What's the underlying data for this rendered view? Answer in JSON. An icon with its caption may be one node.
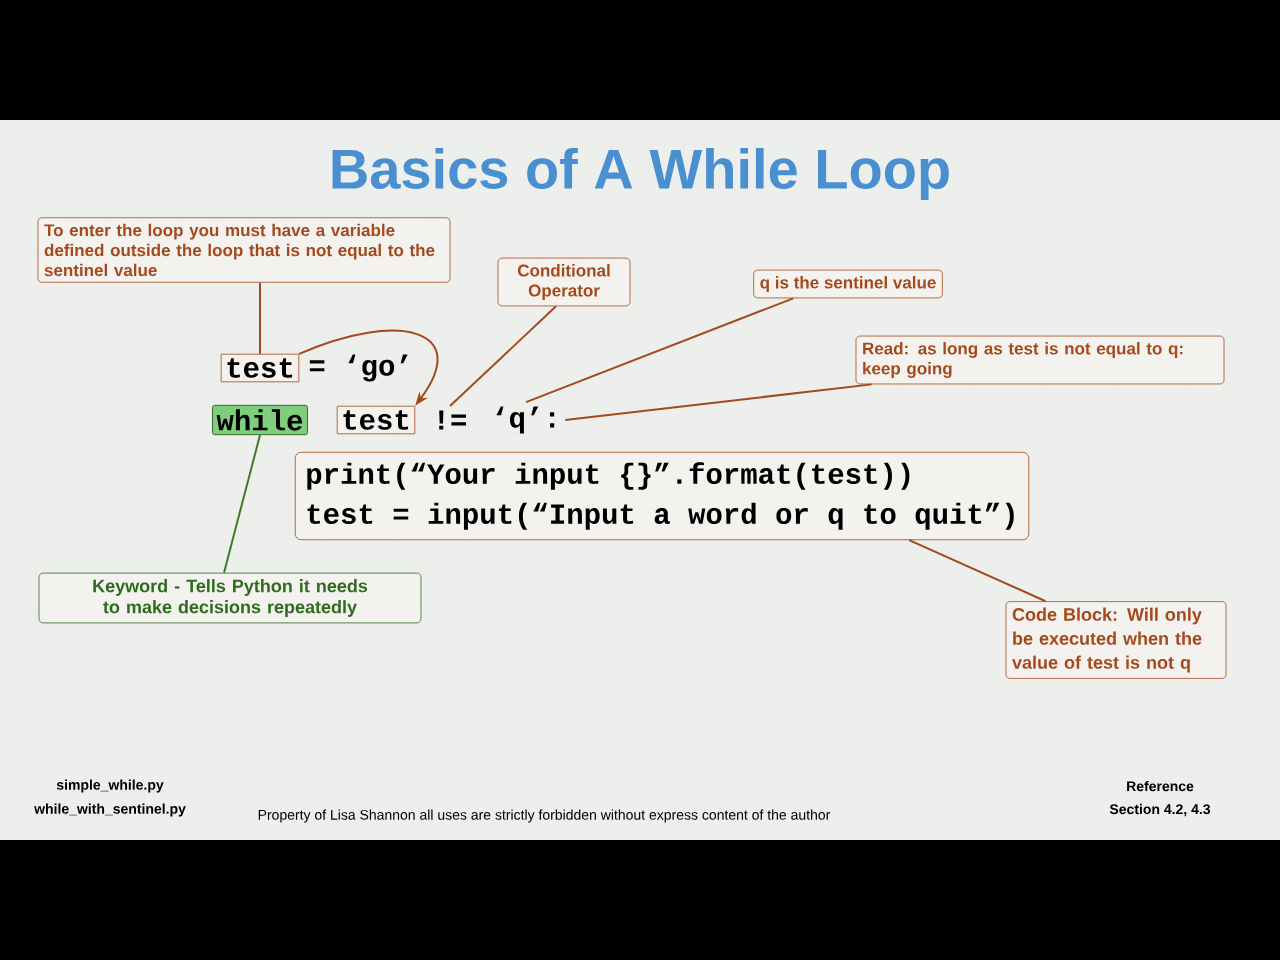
{
  "diagram": {
    "title": "Basics of A While Loop",
    "nodes": [
      {
        "text": [
          "To enter the loop you must have a variable defined outside the loop that is not equal to the sentinel value"
        ]
      },
      {
        "text": [
          "test"
        ]
      },
      {
        "text": [
          "while"
        ]
      },
      {
        "text": [
          "test"
        ]
      },
      {
        "text": [
          "!="
        ]
      },
      {
        "text": [
          "‘q’:"
        ]
      },
      {
        "text": [
          "print(“Your input {}”.format(test))",
          "test = input(“Input a word or q to quit”)"
        ]
      },
      {
        "text": [
          "Conditional Operator"
        ]
      },
      {
        "text": [
          "q is the sentinel value"
        ]
      },
      {
        "text": [
          "Read: as long as test is not equal to q: keep going"
        ]
      },
      {
        "text": [
          "Keyword - Tells Python it needs to make decisions repeatedly"
        ]
      },
      {
        "text": [
          "Code Block: Will only be executed when the value of test is not q"
        ]
      }
    ],
    "edges": [
      {
        "from": 0,
        "to": 1,
        "arrow": "none"
      },
      {
        "from": 1,
        "to": 3,
        "arrow": "to"
      },
      {
        "from": 7,
        "to": 4,
        "arrow": "none"
      },
      {
        "from": 8,
        "to": 5,
        "arrow": "none"
      },
      {
        "from": 9,
        "to": 5,
        "arrow": "none"
      },
      {
        "from": 10,
        "to": 2,
        "arrow": "none",
        "color": "#3d7a2a"
      },
      {
        "from": 11,
        "to": 6,
        "arrow": "none"
      }
    ],
    "labels": [
      "= ‘go’",
      "simple_while.py",
      "while_with_sentinel.py",
      "Property of Lisa Shannon all uses are strictly forbidden without express content of the author",
      "Reference",
      "Section 4.2, 4.3"
    ]
  }
}
